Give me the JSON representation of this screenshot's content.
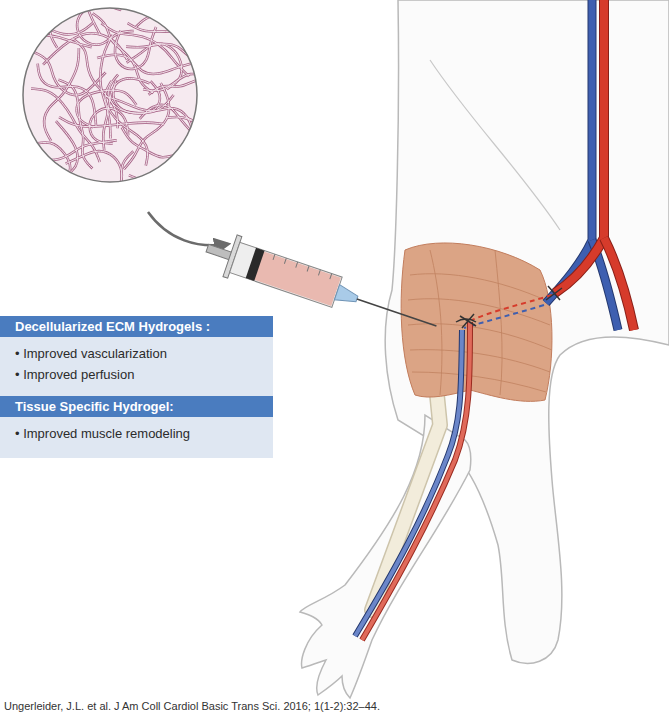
{
  "diagram": {
    "nodes": [
      {
        "text": [
          "Decellularized ECM Hydrogels :",
          "• Improved vascularization",
          "• Improved perfusion"
        ]
      },
      {
        "text": [
          "Tissue Specific Hydrogel:",
          "• Improved muscle remodeling"
        ]
      }
    ],
    "edges": [],
    "labels": [
      "Ungerleider, J.L. et al. J Am Coll Cardiol Basic Trans Sci. 2016; 1(1-2):32–44."
    ]
  }
}
